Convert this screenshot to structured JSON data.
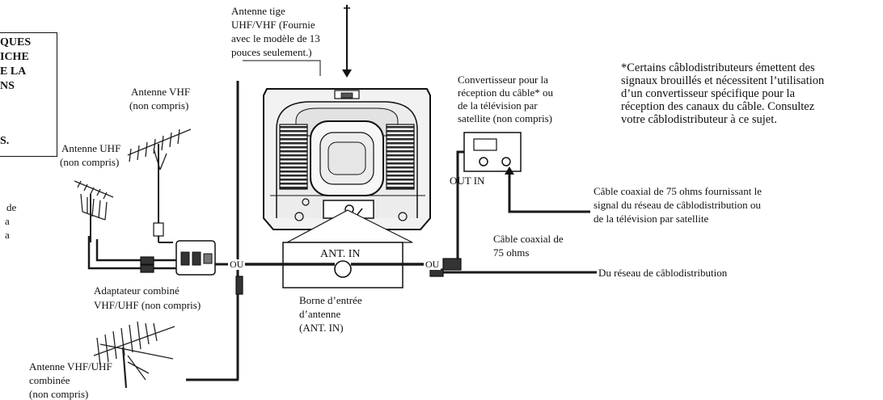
{
  "colors": {
    "ink": "#111111",
    "line": "#1a1a1a",
    "tv_body": "#f2f2f2",
    "tv_dark": "#2a2a2a",
    "background": "#ffffff"
  },
  "left_box": {
    "line1": "QUES",
    "line2": "ICHE",
    "line3": "E LA",
    "line4": "NS",
    "line5": "S."
  },
  "left_cut_text": {
    "line1": "de",
    "line2": "a",
    "line3": "a"
  },
  "labels": {
    "rod_antenna": {
      "line1": "Antenne tige",
      "line2": "UHF/VHF (Fournie",
      "line3": "avec le modèle de 13",
      "line4": "pouces seulement.)"
    },
    "vhf_antenna": {
      "line1": "Antenne VHF",
      "line2": "(non compris)"
    },
    "uhf_antenna": {
      "line1": "Antenne UHF",
      "line2": "(non compris)"
    },
    "combiner": {
      "line1": "Adaptateur combiné",
      "line2": "VHF/UHF (non compris)"
    },
    "combined_antenna": {
      "line1": "Antenne VHF/UHF",
      "line2": "combinée",
      "line3": "(non compris)"
    },
    "ou_left": "OU",
    "ou_right": "OU",
    "ant_in_panel": "ANT. IN",
    "terminal": {
      "line1": "Borne d’entrée",
      "line2": "d’antenne",
      "line3": "(ANT. IN)"
    },
    "converter": {
      "line1": "Convertisseur pour la",
      "line2": "réception du câble* ou",
      "line3": "de la télévision par",
      "line4": "satellite (non compris)"
    },
    "out_in": "OUT IN",
    "coax_to_converter": {
      "line1": "Câble coaxial de 75 ohms fournissant le",
      "line2": "signal du réseau de câblodistribution ou",
      "line3": "de la télévision par satellite"
    },
    "coax_75": {
      "line1": "Câble coaxial de",
      "line2": "75 ohms"
    },
    "cable_network": "Du réseau de câblodistribution",
    "note": {
      "line1": "*Certains câblodistributeurs émettent des",
      "line2": "signaux brouillés et nécessitent l’utilisation",
      "line3": "d’un convertisseur spécifique pour la",
      "line4": "réception des canaux du câble. Consultez",
      "line5": "votre câblodistributeur à ce sujet."
    }
  }
}
